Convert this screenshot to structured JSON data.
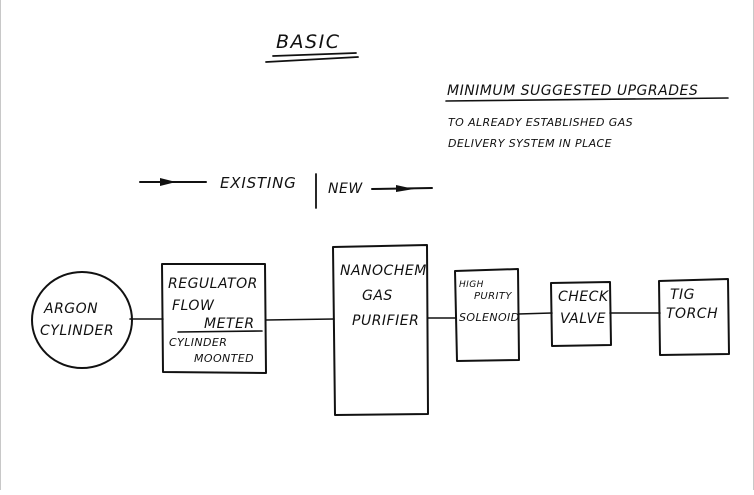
{
  "title": "BASIC",
  "upgrades": {
    "heading": "MINIMUM SUGGESTED UPGRADES",
    "line1": "TO ALREADY ESTABLISHED GAS",
    "line2": "DELIVERY SYSTEM IN PLACE"
  },
  "legend": {
    "existing": "EXISTING",
    "new": "NEW"
  },
  "components": {
    "argon": [
      "ARGON",
      "CYLINDER"
    ],
    "regulator": {
      "line1": "REGULATOR",
      "line2": "FLOW",
      "line3": "METER",
      "line4": "CYLINDER",
      "line5": "MOONTED"
    },
    "purifier": [
      "NANOCHEM",
      "GAS",
      "PURIFIER"
    ],
    "solenoid": {
      "line1": "HIGH",
      "line2": "PURITY",
      "line3": "SOLENOID"
    },
    "check_valve": [
      "CHECK",
      "VALVE"
    ],
    "torch": [
      "TIG",
      "TORCH"
    ]
  },
  "colors": {
    "ink": "#111111",
    "paper": "#ffffff"
  }
}
